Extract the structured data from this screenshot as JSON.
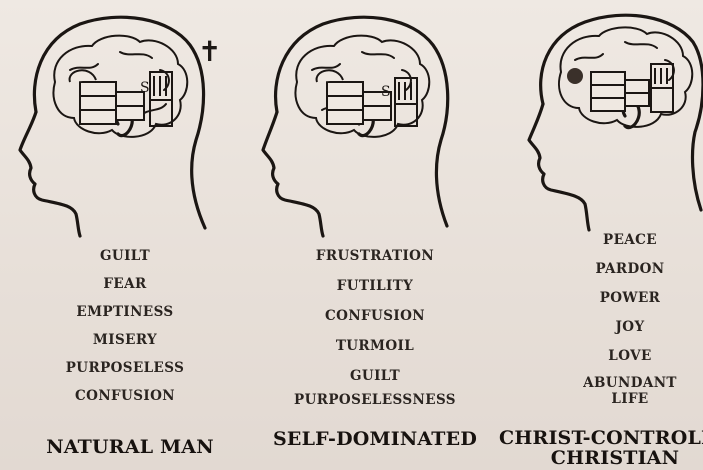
{
  "panels": [
    {
      "cross": "✝",
      "words": [
        "GUILT",
        "FEAR",
        "EMPTINESS",
        "MISERY",
        "PURPOSELESS",
        "CONFUSION"
      ],
      "caption": "NATURAL MAN"
    },
    {
      "words": [
        "FRUSTRATION",
        "FUTILITY",
        "CONFUSION",
        "TURMOIL",
        "GUILT",
        "PURPOSELESSNESS"
      ],
      "caption": "SELF-DOMINATED"
    },
    {
      "words": [
        "PEACE",
        "PARDON",
        "POWER",
        "JOY",
        "LOVE",
        "ABUNDANT",
        "LIFE"
      ],
      "caption_line1": "CHRIST-CONTROLL",
      "caption_line2": "CHRISTIAN"
    }
  ],
  "icons": [
    "head-profile-icon",
    "brain-icon",
    "drawers-icon",
    "throne-chair-icon",
    "cross-icon"
  ]
}
